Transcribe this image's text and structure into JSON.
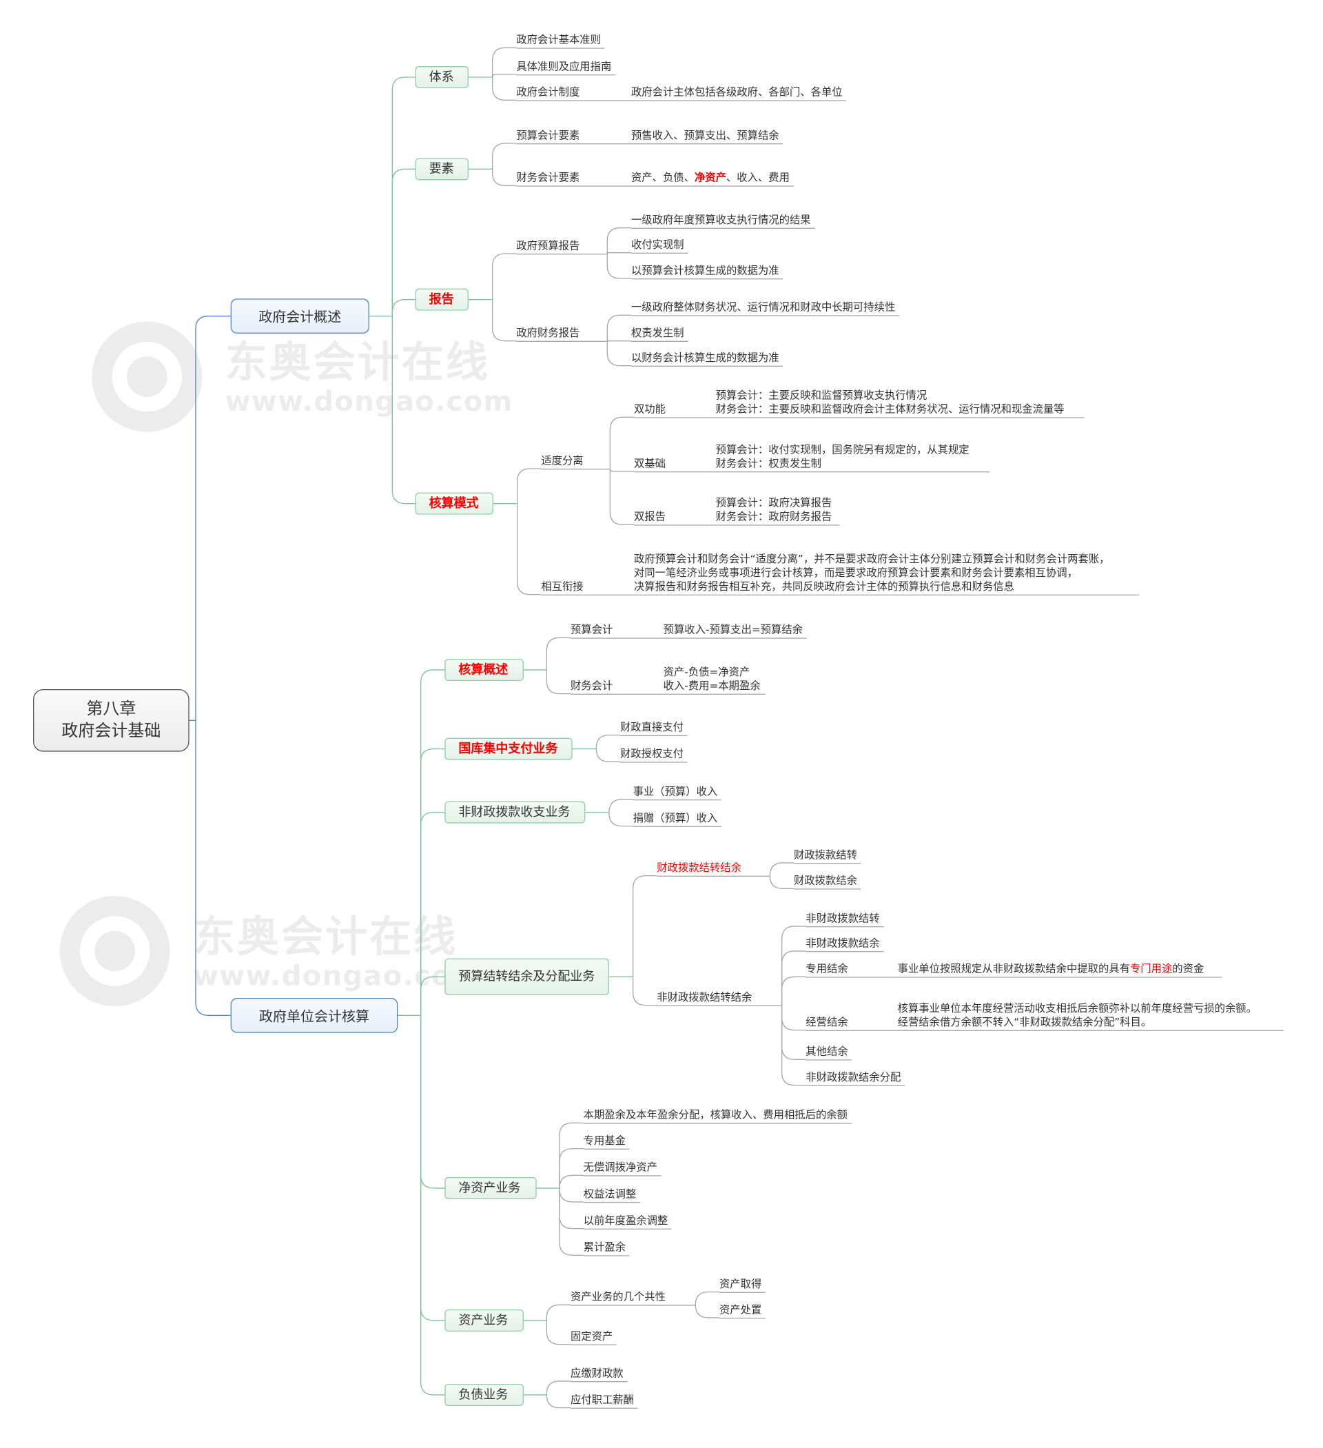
{
  "watermark": {
    "brand": "东奥会计在线",
    "url": "www.dongao.com"
  },
  "colors": {
    "root_line": "#4f86c6",
    "branch_line": "#7cc495",
    "leaf_line": "#a8a8a8",
    "highlight": "#ff0000"
  },
  "nodes": {
    "root": {
      "lines": [
        "第八章",
        "政府会计基础"
      ]
    },
    "a": "政府会计概述",
    "b": "政府单位会计核算",
    "a1": "体系",
    "a2": "要素",
    "a3": "报告",
    "a4": "核算模式",
    "a1_1": "政府会计基本准则",
    "a1_2": "具体准则及应用指南",
    "a1_3": "政府会计制度",
    "a1_3_1": "政府会计主体包括各级政府、各部门、各单位",
    "a2_1": "预算会计要素",
    "a2_1_1": "预售收入、预算支出、预算结余",
    "a2_2": "财务会计要素",
    "a2_2_1": {
      "segments": [
        {
          "text": "资产、负债、",
          "highlight": false
        },
        {
          "text": "净资产",
          "highlight": true,
          "bold": true
        },
        {
          "text": "、收入、费用",
          "highlight": false
        }
      ]
    },
    "a3_1": "政府预算报告",
    "a3_1_1": "一级政府年度预算收支执行情况的结果",
    "a3_1_2": "收付实现制",
    "a3_1_3": "以预算会计核算生成的数据为准",
    "a3_2": "政府财务报告",
    "a3_2_1": "一级政府整体财务状况、运行情况和财政中长期可持续性",
    "a3_2_2": "权责发生制",
    "a3_2_3": "以财务会计核算生成的数据为准",
    "a4_1": "适度分离",
    "a4_1_1": "双功能",
    "a4_1_1n": {
      "lines": [
        "预算会计：主要反映和监督预算收支执行情况",
        "财务会计：主要反映和监督政府会计主体财务状况、运行情况和现金流量等"
      ]
    },
    "a4_1_2": "双基础",
    "a4_1_2n": {
      "lines": [
        "预算会计：收付实现制，国务院另有规定的，从其规定",
        "财务会计：权责发生制"
      ]
    },
    "a4_1_3": "双报告",
    "a4_1_3n": {
      "lines": [
        "预算会计：政府决算报告",
        "财务会计：政府财务报告"
      ]
    },
    "a4_2": "相互衔接",
    "a4_2n": {
      "lines": [
        "政府预算会计和财务会计“适度分离”，并不是要求政府会计主体分别建立预算会计和财务会计两套账，",
        "对同一笔经济业务或事项进行会计核算，而是要求政府预算会计要素和财务会计要素相互协调，",
        "决算报告和财务报告相互补充，共同反映政府会计主体的预算执行信息和财务信息"
      ]
    },
    "b1": "核算概述",
    "b1_1": "预算会计",
    "b1_1n": "预算收入-预算支出=预算结余",
    "b1_2": "财务会计",
    "b1_2n": {
      "lines": [
        "资产-负债=净资产",
        "收入-费用=本期盈余"
      ]
    },
    "b2": "国库集中支付业务",
    "b2_1": "财政直接支付",
    "b2_2": "财政授权支付",
    "b3": "非财政拨款收支业务",
    "b3_1": "事业（预算）收入",
    "b3_2": "捐赠（预算）收入",
    "b4": "预算结转结余及分配业务",
    "b4_1": "财政拨款结转结余",
    "b4_1_1": "财政拨款结转",
    "b4_1_2": "财政拨款结余",
    "b4_2": "非财政拨款结转结余",
    "b4_2_1": "非财政拨款结转",
    "b4_2_2": "非财政拨款结余",
    "b4_2_3": "专用结余",
    "b4_2_3n": {
      "segments": [
        {
          "text": "事业单位按照规定从非财政拨款结余中提取的具有",
          "highlight": false
        },
        {
          "text": "专门用途",
          "highlight": true
        },
        {
          "text": "的资金",
          "highlight": false
        }
      ]
    },
    "b4_2_4": "经营结余",
    "b4_2_4n": {
      "lines": [
        "核算事业单位本年度经营活动收支相抵后余额弥补以前年度经营亏损的余额。",
        "经营结余借方余额不转入“非财政拨款结余分配”科目。"
      ]
    },
    "b4_2_5": "其他结余",
    "b4_2_6": "非财政拨款结余分配",
    "b5": "净资产业务",
    "b5_1": "本期盈余及本年盈余分配，核算收入、费用相抵后的余额",
    "b5_2": "专用基金",
    "b5_3": "无偿调拨净资产",
    "b5_4": "权益法调整",
    "b5_5": "以前年度盈余调整",
    "b5_6": "累计盈余",
    "b6": "资产业务",
    "b6_1": "资产业务的几个共性",
    "b6_1_1": "资产取得",
    "b6_1_2": "资产处置",
    "b6_2": "固定资产",
    "b7": "负债业务",
    "b7_1": "应缴财政款",
    "b7_2": "应付职工薪酬"
  }
}
